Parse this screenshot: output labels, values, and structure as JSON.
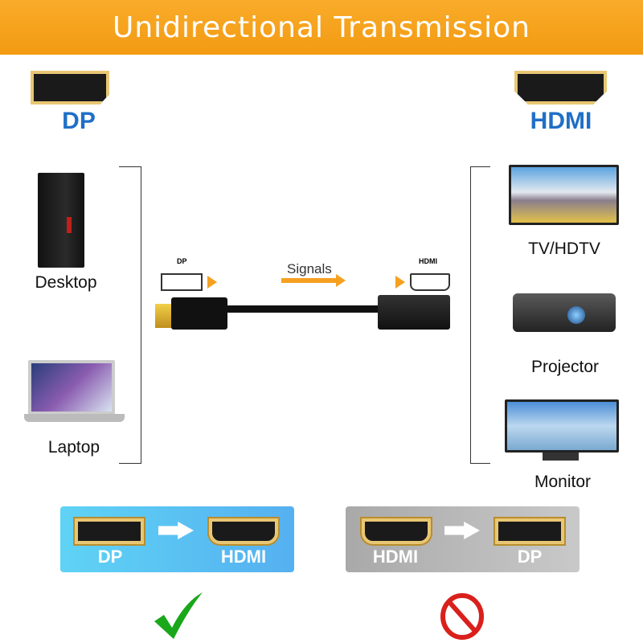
{
  "title": "Unidirectional Transmission",
  "top": {
    "left_port": "DP",
    "right_port": "HDMI"
  },
  "sources": [
    {
      "label": "Desktop"
    },
    {
      "label": "Laptop"
    }
  ],
  "displays": [
    {
      "label": "TV/HDTV"
    },
    {
      "label": "Projector"
    },
    {
      "label": "Monitor"
    }
  ],
  "center": {
    "dp_small": "DP",
    "signals": "Signals",
    "hdmi_small": "HDMI"
  },
  "supported": {
    "from": "DP",
    "to": "HDMI",
    "status": "check"
  },
  "unsupported": {
    "from": "HDMI",
    "to": "DP",
    "status": "prohibited"
  },
  "colors": {
    "accent": "#f7a21b",
    "blue": "#1f6fc7",
    "ok": "#1aa71a",
    "no": "#d9201c"
  }
}
